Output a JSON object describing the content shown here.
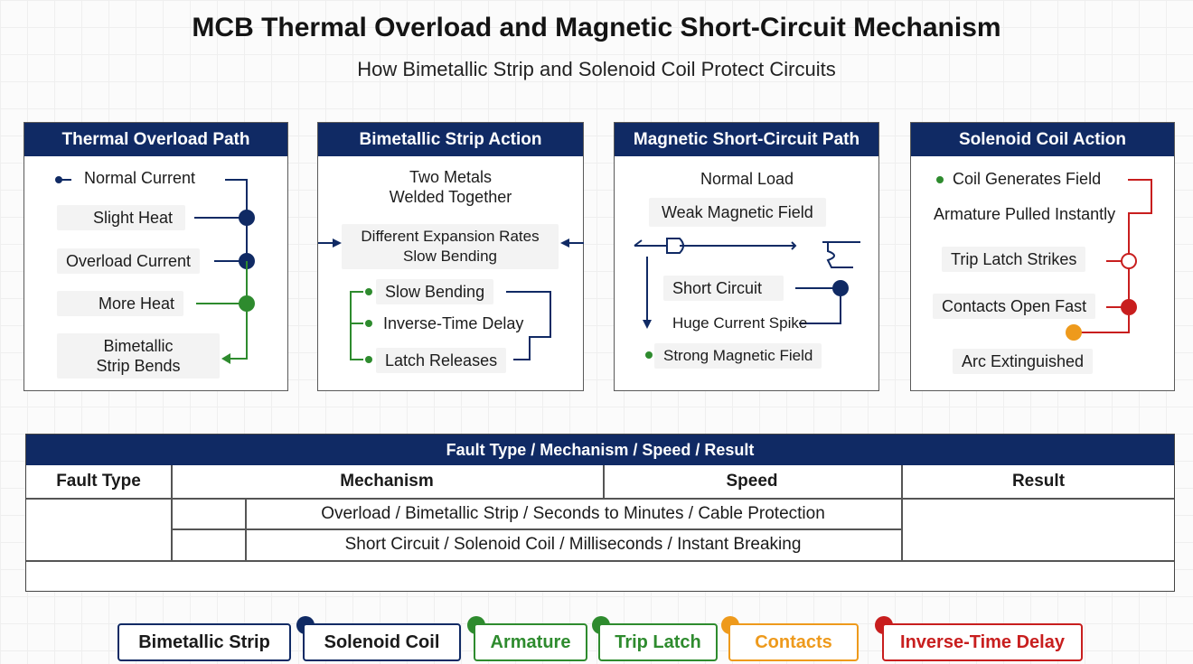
{
  "title": "MCB Thermal Overload and Magnetic Short-Circuit Mechanism",
  "subtitle": "How Bimetallic Strip and Solenoid Coil Protect Circuits",
  "colors": {
    "navy": "#102a64",
    "green": "#2e8b2e",
    "orange": "#ee9a1c",
    "red": "#c81e1e"
  },
  "panels": {
    "thermal": {
      "heading": "Thermal Overload Path",
      "items": [
        "Normal Current",
        "Slight Heat",
        "Overload Current",
        "More Heat",
        "Bimetallic\nStrip Bends"
      ]
    },
    "bimetal": {
      "heading": "Bimetallic Strip Action",
      "items": [
        "Two Metals\nWelded Together",
        "Different Expansion Rates\nSlow Bending",
        "Slow Bending",
        "Inverse-Time Delay",
        "Latch Releases"
      ]
    },
    "magnetic": {
      "heading": "Magnetic Short-Circuit Path",
      "items": [
        "Normal Load",
        "Weak Magnetic Field",
        "Short Circuit",
        "Huge Current Spike",
        "Strong Magnetic Field"
      ]
    },
    "solenoid": {
      "heading": "Solenoid Coil Action",
      "items": [
        "Coil Generates Field",
        "Armature Pulled Instantly",
        "Trip Latch Strikes",
        "Contacts Open Fast",
        "Arc Extinguished"
      ]
    }
  },
  "table": {
    "title": "Fault Type / Mechanism / Speed / Result",
    "headers": [
      "Fault Type",
      "Mechanism",
      "Speed",
      "Result"
    ],
    "rows": [
      "Overload / Bimetallic Strip / Seconds to Minutes / Cable Protection",
      "Short Circuit / Solenoid Coil / Milliseconds / Instant Breaking"
    ]
  },
  "legend": [
    "Bimetallic Strip",
    "Solenoid Coil",
    "Armature",
    "Trip Latch",
    "Contacts",
    "Inverse-Time Delay"
  ]
}
